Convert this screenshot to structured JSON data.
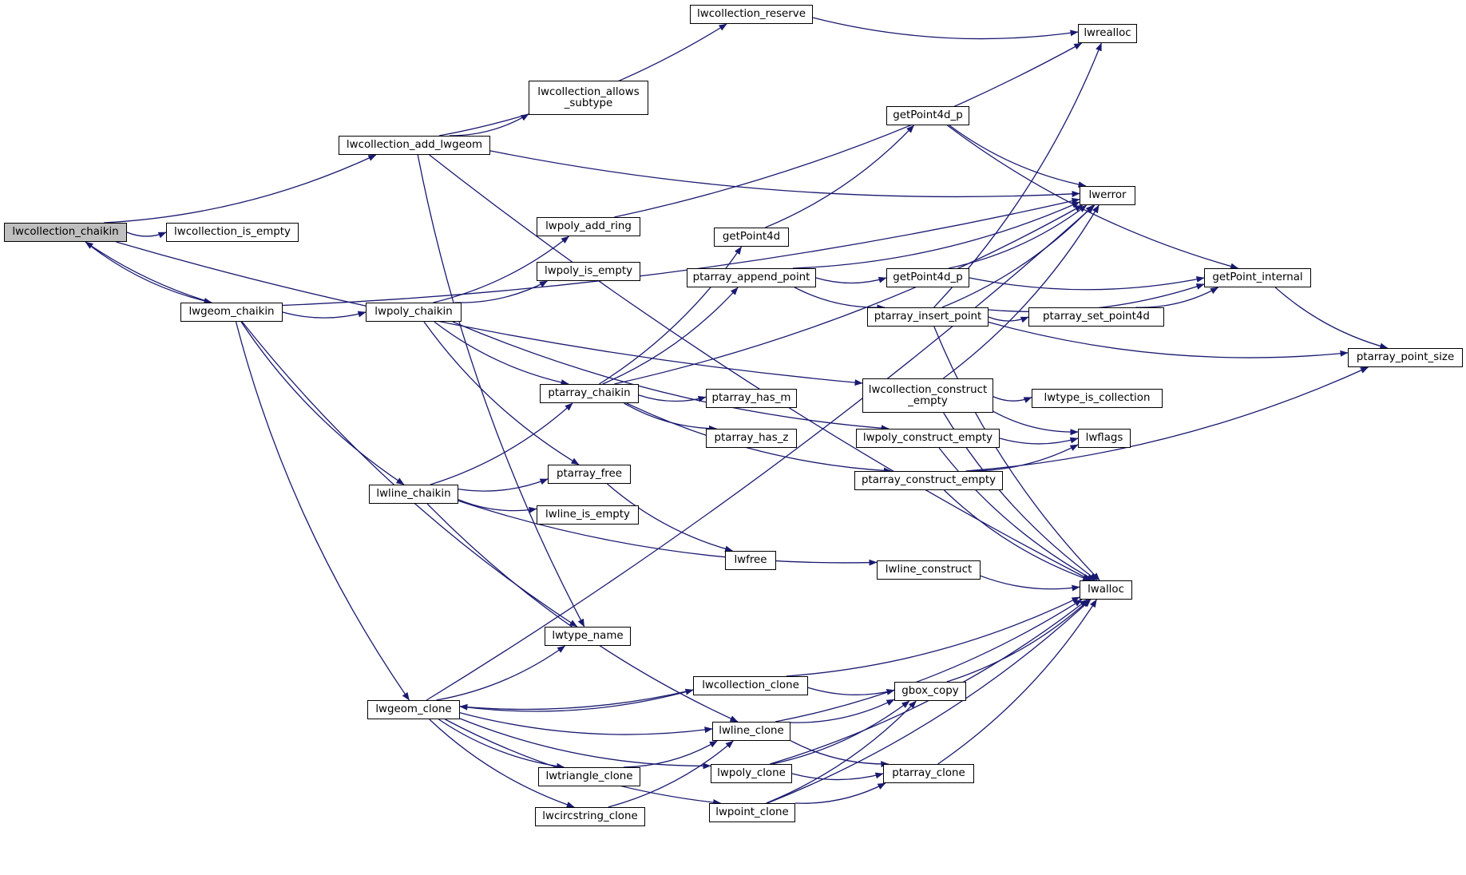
{
  "colors": {
    "edge": "#191970",
    "node_border": "#000000",
    "root_fill": "#bfbfbf",
    "node_fill": "#ffffff"
  },
  "nodes": {
    "lwcollection_chaikin": "lwcollection_chaikin",
    "lwcollection_is_empty": "lwcollection_is_empty",
    "lwgeom_chaikin": "lwgeom_chaikin",
    "lwcollection_add_lwgeom": "lwcollection_add_lwgeom",
    "lwcollection_reserve": "lwcollection_reserve",
    "lwcollection_allows_subtype": "lwcollection_allows\n_subtype",
    "lwrealloc": "lwrealloc",
    "lwerror": "lwerror",
    "lwpoly_add_ring": "lwpoly_add_ring",
    "lwpoly_is_empty": "lwpoly_is_empty",
    "lwpoly_chaikin": "lwpoly_chaikin",
    "getPoint4d_p_top": "getPoint4d_p",
    "getPoint4d": "getPoint4d",
    "ptarray_append_point": "ptarray_append_point",
    "getPoint4d_p_mid": "getPoint4d_p",
    "getPoint_internal": "getPoint_internal",
    "ptarray_insert_point": "ptarray_insert_point",
    "ptarray_set_point4d": "ptarray_set_point4d",
    "ptarray_point_size": "ptarray_point_size",
    "ptarray_chaikin": "ptarray_chaikin",
    "ptarray_has_m": "ptarray_has_m",
    "ptarray_has_z": "ptarray_has_z",
    "lwcollection_construct_empty": "lwcollection_construct\n_empty",
    "lwtype_is_collection": "lwtype_is_collection",
    "lwpoly_construct_empty": "lwpoly_construct_empty",
    "lwflags": "lwflags",
    "ptarray_construct_empty": "ptarray_construct_empty",
    "ptarray_free": "ptarray_free",
    "lwline_chaikin": "lwline_chaikin",
    "lwline_is_empty": "lwline_is_empty",
    "lwfree": "lwfree",
    "lwline_construct": "lwline_construct",
    "lwalloc": "lwalloc",
    "lwtype_name": "lwtype_name",
    "lwcollection_clone": "lwcollection_clone",
    "gbox_copy": "gbox_copy",
    "lwgeom_clone": "lwgeom_clone",
    "lwline_clone": "lwline_clone",
    "lwtriangle_clone": "lwtriangle_clone",
    "lwpoly_clone": "lwpoly_clone",
    "ptarray_clone": "ptarray_clone",
    "lwcircstring_clone": "lwcircstring_clone",
    "lwpoint_clone": "lwpoint_clone"
  },
  "edges": [
    [
      "lwcollection_chaikin",
      "lwcollection_is_empty"
    ],
    [
      "lwcollection_chaikin",
      "lwgeom_chaikin"
    ],
    [
      "lwgeom_chaikin",
      "lwcollection_chaikin"
    ],
    [
      "lwcollection_chaikin",
      "lwcollection_add_lwgeom"
    ],
    [
      "lwcollection_chaikin",
      "lwcollection_construct_empty"
    ],
    [
      "lwcollection_add_lwgeom",
      "lwcollection_reserve"
    ],
    [
      "lwcollection_add_lwgeom",
      "lwcollection_allows_subtype"
    ],
    [
      "lwcollection_add_lwgeom",
      "lwerror"
    ],
    [
      "lwcollection_add_lwgeom",
      "lwtype_name"
    ],
    [
      "lwcollection_add_lwgeom",
      "lwalloc"
    ],
    [
      "lwcollection_reserve",
      "lwrealloc"
    ],
    [
      "lwgeom_chaikin",
      "lwerror"
    ],
    [
      "lwgeom_chaikin",
      "lwpoly_chaikin"
    ],
    [
      "lwgeom_chaikin",
      "lwline_chaikin"
    ],
    [
      "lwgeom_chaikin",
      "lwtype_name"
    ],
    [
      "lwgeom_chaikin",
      "lwgeom_clone"
    ],
    [
      "lwpoly_chaikin",
      "lwpoly_add_ring"
    ],
    [
      "lwpoly_chaikin",
      "lwpoly_is_empty"
    ],
    [
      "lwpoly_chaikin",
      "ptarray_chaikin"
    ],
    [
      "lwpoly_chaikin",
      "ptarray_free"
    ],
    [
      "lwpoly_chaikin",
      "lwpoly_construct_empty"
    ],
    [
      "lwpoly_add_ring",
      "lwrealloc"
    ],
    [
      "ptarray_chaikin",
      "getPoint4d"
    ],
    [
      "ptarray_chaikin",
      "ptarray_append_point"
    ],
    [
      "ptarray_chaikin",
      "ptarray_has_m"
    ],
    [
      "ptarray_chaikin",
      "ptarray_has_z"
    ],
    [
      "ptarray_chaikin",
      "ptarray_construct_empty"
    ],
    [
      "ptarray_chaikin",
      "lwerror"
    ],
    [
      "getPoint4d",
      "getPoint4d_p_top"
    ],
    [
      "getPoint4d_p_top",
      "lwerror"
    ],
    [
      "getPoint4d_p_top",
      "getPoint_internal"
    ],
    [
      "ptarray_append_point",
      "getPoint4d_p_mid"
    ],
    [
      "ptarray_append_point",
      "ptarray_insert_point"
    ],
    [
      "ptarray_append_point",
      "lwerror"
    ],
    [
      "getPoint4d_p_mid",
      "lwerror"
    ],
    [
      "getPoint4d_p_mid",
      "getPoint_internal"
    ],
    [
      "ptarray_insert_point",
      "lwrealloc"
    ],
    [
      "ptarray_insert_point",
      "lwerror"
    ],
    [
      "ptarray_insert_point",
      "getPoint_internal"
    ],
    [
      "ptarray_insert_point",
      "ptarray_set_point4d"
    ],
    [
      "ptarray_insert_point",
      "ptarray_point_size"
    ],
    [
      "ptarray_insert_point",
      "lwalloc"
    ],
    [
      "ptarray_set_point4d",
      "getPoint_internal"
    ],
    [
      "getPoint_internal",
      "ptarray_point_size"
    ],
    [
      "lwcollection_construct_empty",
      "lwerror"
    ],
    [
      "lwcollection_construct_empty",
      "lwtype_is_collection"
    ],
    [
      "lwcollection_construct_empty",
      "lwflags"
    ],
    [
      "lwcollection_construct_empty",
      "lwalloc"
    ],
    [
      "lwpoly_construct_empty",
      "lwflags"
    ],
    [
      "lwpoly_construct_empty",
      "lwalloc"
    ],
    [
      "ptarray_construct_empty",
      "lwflags"
    ],
    [
      "ptarray_construct_empty",
      "lwalloc"
    ],
    [
      "ptarray_construct_empty",
      "ptarray_point_size"
    ],
    [
      "ptarray_free",
      "lwfree"
    ],
    [
      "lwline_chaikin",
      "ptarray_chaikin"
    ],
    [
      "lwline_chaikin",
      "ptarray_free"
    ],
    [
      "lwline_chaikin",
      "lwline_is_empty"
    ],
    [
      "lwline_chaikin",
      "lwline_construct"
    ],
    [
      "lwline_chaikin",
      "lwline_clone"
    ],
    [
      "lwline_construct",
      "lwalloc"
    ],
    [
      "lwgeom_clone",
      "lwtype_name"
    ],
    [
      "lwgeom_clone",
      "lwcollection_clone"
    ],
    [
      "lwgeom_clone",
      "lwline_clone"
    ],
    [
      "lwgeom_clone",
      "lwtriangle_clone"
    ],
    [
      "lwgeom_clone",
      "lwcircstring_clone"
    ],
    [
      "lwgeom_clone",
      "lwpoly_clone"
    ],
    [
      "lwgeom_clone",
      "lwpoint_clone"
    ],
    [
      "lwgeom_clone",
      "lwerror"
    ],
    [
      "lwcollection_clone",
      "lwgeom_clone"
    ],
    [
      "lwcollection_clone",
      "lwalloc"
    ],
    [
      "lwcollection_clone",
      "gbox_copy"
    ],
    [
      "lwline_clone",
      "lwalloc"
    ],
    [
      "lwline_clone",
      "gbox_copy"
    ],
    [
      "lwline_clone",
      "ptarray_clone"
    ],
    [
      "lwtriangle_clone",
      "lwline_clone"
    ],
    [
      "lwcircstring_clone",
      "lwline_clone"
    ],
    [
      "lwpoly_clone",
      "lwalloc"
    ],
    [
      "lwpoly_clone",
      "gbox_copy"
    ],
    [
      "lwpoly_clone",
      "ptarray_clone"
    ],
    [
      "lwpoint_clone",
      "lwalloc"
    ],
    [
      "lwpoint_clone",
      "gbox_copy"
    ],
    [
      "lwpoint_clone",
      "ptarray_clone"
    ],
    [
      "gbox_copy",
      "lwalloc"
    ],
    [
      "ptarray_clone",
      "lwalloc"
    ]
  ]
}
